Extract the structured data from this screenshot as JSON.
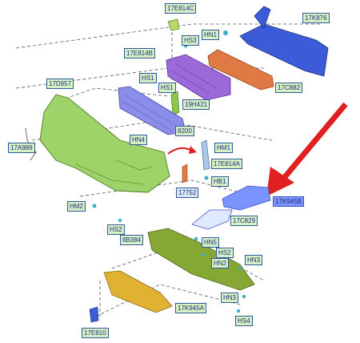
{
  "diagram": {
    "part_labels": {
      "p_17e814c": "17E814C",
      "p_17k876": "17K876",
      "p_hn1": "HN1",
      "p_hs3": "HS3",
      "p_17e814b": "17E814B",
      "p_17d957": "17D957",
      "p_hs1a": "HS1",
      "p_hs1b": "HS1",
      "p_17c882": "17C882",
      "p_19h421": "19H421",
      "p_8200": "8200",
      "p_hn4": "HN4",
      "p_17a989": "17A989",
      "p_hm1": "HM1",
      "p_17e814a": "17E814A",
      "p_hb1": "HB1",
      "p_17752": "17752",
      "p_17k945b": "17K945B",
      "p_hm2": "HM2",
      "p_17c829": "17C829",
      "p_hs2a": "HS2",
      "p_8b384": "8B384",
      "p_hn5": "HN5",
      "p_hs2b": "HS2",
      "p_hn2": "HN2",
      "p_hn3a": "HN3",
      "p_hn3b": "HN3",
      "p_17k945a": "17K945A",
      "p_hs4": "HS4",
      "p_17e810": "17E810"
    },
    "colors": {
      "bumper": "#9ed36a",
      "reinforcement": "#3b5bd8",
      "grille_upper": "#9b6ad8",
      "grille_lower": "#8a8ee8",
      "bracket_orange": "#e07a45",
      "skid_plate": "#86a832",
      "undertray": "#e0b232",
      "highlight_arrow": "#e02020"
    }
  }
}
